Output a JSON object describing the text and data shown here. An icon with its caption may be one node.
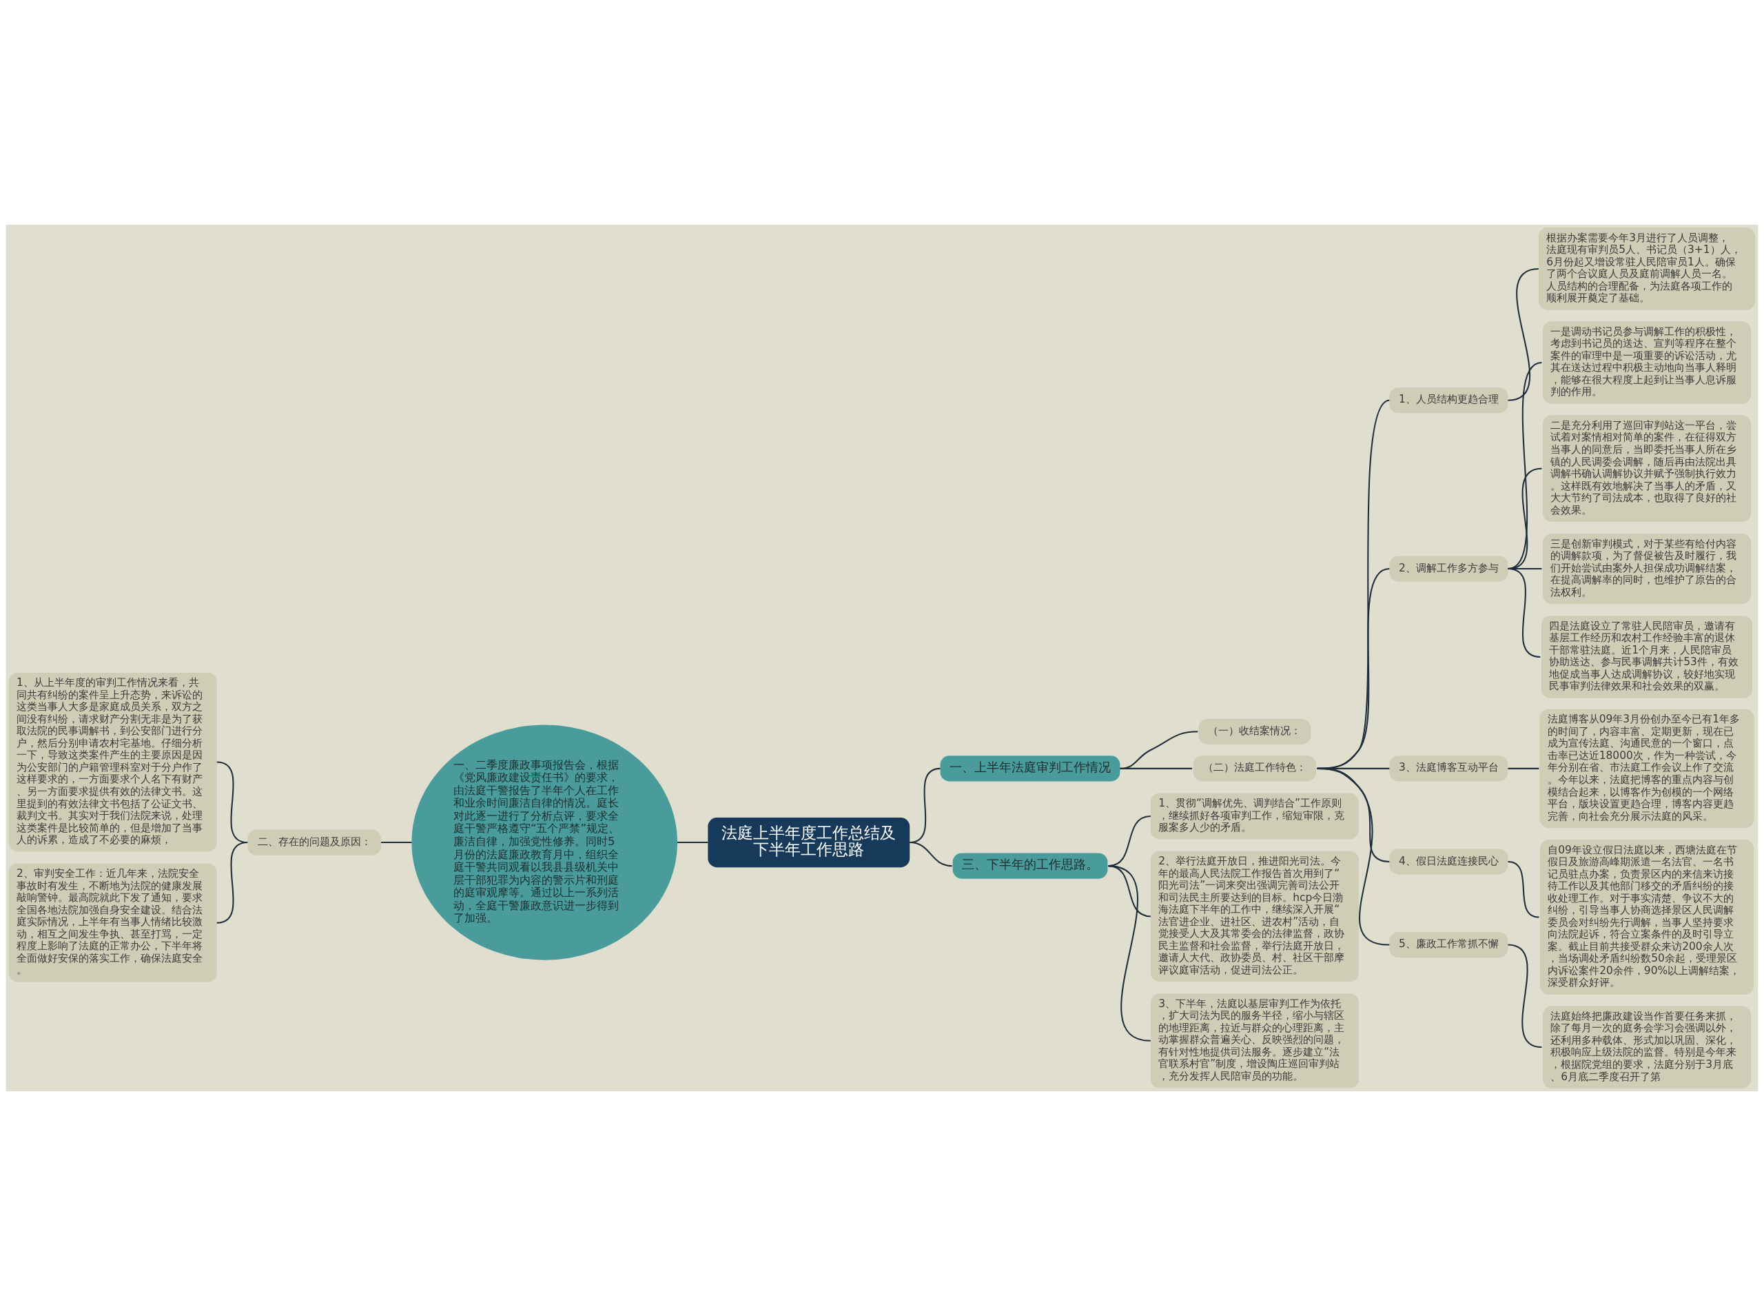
{
  "diagram": {
    "nodes": [
      {
        "text": [
          "法庭上半年度工作总结及下半年工作思路"
        ]
      },
      {
        "text": [
          "一、上半年法庭审判工作情况"
        ]
      },
      {
        "text": [
          "（一）收结案情况："
        ]
      },
      {
        "text": [
          "（二）法庭工作特色："
        ]
      },
      {
        "text": [
          "1、人员结构更趋合理"
        ]
      },
      {
        "text": [
          "根据办案需要今年3月进行了人员调整，法庭现有审判员5人、书记员（3+1）人，6月份起又增设常驻人民陪审员1人。确保了两个合议庭人员及庭前调解人员一名。人员结构的合理配备，为法庭各项工作的顺利展开奠定了基础。"
        ]
      },
      {
        "text": [
          "2、调解工作多方参与"
        ]
      },
      {
        "text": [
          "一是调动书记员参与调解工作的积极性，考虑到书记员的送达、宣判等程序在整个案件的审理中是一项重要的诉讼活动，尤其在送达过程中积极主动地向当事人释明，能够在很大程度上起到让当事人息诉服判的作用。"
        ]
      },
      {
        "text": [
          "二是充分利用了巡回审判站这一平台，尝试着对案情相对简单的案件，在征得双方当事人的同意后，当即委托当事人所在乡镇的人民调委会调解，随后再由法院出具调解书确认调解协议并赋予强制执行效力。这样既有效地解决了当事人的矛盾，又大大节约了司法成本，也取得了良好的社会效果。"
        ]
      },
      {
        "text": [
          "三是创新审判模式，对于某些有给付内容的调解款项，为了督促被告及时履行，我们开始尝试由案外人担保成功调解结案，在提高调解率的同时，也维护了原告的合法权利。"
        ]
      },
      {
        "text": [
          "四是法庭设立了常驻人民陪审员，邀请有基层工作经历和农村工作经验丰富的退休干部常驻法庭。近1个月来，人民陪审员协助送达、参与民事调解共计53件，有效地促成当事人达成调解协议，较好地实现民事审判法律效果和社会效果的双赢。"
        ]
      },
      {
        "text": [
          "3、法庭博客互动平台"
        ]
      },
      {
        "text": [
          "法庭博客从09年3月份创办至今已有1年多的时间了，内容丰富、定期更新，现在已成为宣传法庭、沟通民意的一个窗口，点击率已达近18000次，作为一种尝试，今年分别在省、市法庭工作会议上作了交流。今年以来，法庭把博客的重点内容与创模结合起来，以博客作为创模的一个网络平台，版块设置更趋合理，博客内容更趋完善，向社会充分展示法庭的风采。"
        ]
      },
      {
        "text": [
          "4、假日法庭连接民心"
        ]
      },
      {
        "text": [
          "自09年设立假日法庭以来，西塘法庭在节假日及旅游高峰期派遣一名法官、一名书记员驻点办案，负责景区内的来信来访接待工作以及其他部门移交的矛盾纠纷的接收处理工作。对于事实清楚、争议不大的纠纷，引导当事人协商选择景区人民调解委员会对纠纷先行调解，当事人坚持要求向法院起诉，符合立案条件的及时引导立案。截止目前共接受群众来访200余人次，当场调处矛盾纠纷数50余起，受理景区内诉讼案件20余件，90%以上调解结案，深受群众好评。"
        ]
      },
      {
        "text": [
          "5、廉政工作常抓不懈"
        ]
      },
      {
        "text": [
          "法庭始终把廉政建设当作首要任务来抓，除了每月一次的庭务会学习会强调以外，还利用多种载体、形式加以巩固、深化，积极响应上级法院的监督。特别是今年来，根据院党组的要求，法庭分别于3月底、6月底二季度召开了第"
        ]
      },
      {
        "text": [
          "三、下半年的工作思路。"
        ]
      },
      {
        "text": [
          "1、贯彻“调解优先、调判结合”工作原则，继续抓好各项审判工作，缩短审限，克服案多人少的矛盾。"
        ]
      },
      {
        "text": [
          "2、举行法庭开放日，推进阳光司法。今年的最高人民法院工作报告首次用到了“阳光司法”一词来突出强调完善司法公开和司法民主所要达到的目标。hcp今日渤海法庭下半年的工作中，继续深入开展“法官进企业、进社区、进农村”活动，自觉接受人大及其常委会的法律监督，政协民主监督和社会监督，举行法庭开放日，邀请人大代、政协委员、村、社区干部摩评议庭审活动，促进司法公正。"
        ]
      },
      {
        "text": [
          "3、下半年，法庭以基层审判工作为依托，扩大司法为民的服务半径，缩小与辖区的地理距离，拉近与群众的心理距离，主动掌握群众普遍关心、反映强烈的问题，有针对性地提供司法服务。逐步建立“法官联系村官”制度，增设陶庄巡回审判站，充分发挥人民陪审员的功能。"
        ]
      },
      {
        "text": [
          "一、二季度廉政事项报告会，根据《党风廉政建设责任书》的要求，由法庭干警报告了半年个人在工作和业余时间廉洁自律的情况。庭长对此逐一进行了分析点评，要求全庭干警严格遵守“五个严禁”规定、廉洁自律，加强党性修养。同时5月份的法庭廉政教育月中，组织全庭干警共同观看以我县县级机关中层干部犯罪为内容的警示片和刑庭的庭审观摩等。通过以上一系列活动，全庭干警廉政意识进一步得到了加强。"
        ]
      },
      {
        "text": [
          "二、存在的问题及原因："
        ]
      },
      {
        "text": [
          "1、从上半年度的审判工作情况来看，共同共有纠纷的案件呈上升态势，来诉讼的这类当事人大多是家庭成员关系，双方之间没有纠纷，请求财产分割无非是为了获取法院的民事调解书，到公安部门进行分户，然后分别申请农村宅基地。仔细分析一下，导致这类案件产生的主要原因是因为公安部门的户籍管理科室对于分户作了这样要求的，一方面要求个人名下有财产、另一方面要求提供有效的法律文书。这里提到的有效法律文书包括了公证文书、裁判文书。其实对于我们法院来说，处理这类案件是比较简单的，但是增加了当事人的诉累，造成了不必要的麻烦，"
        ]
      },
      {
        "text": [
          "2、审判安全工作：近几年来，法院安全事故时有发生，不断地为法院的健康发展敲响警钟。最高院就此下发了通知，要求全国各地法院加强自身安全建设。结合法庭实际情况，上半年有当事人情绪比较激动，相互之间发生争执、甚至打骂，一定程度上影响了法庭的正常办公，下半年将全面做好安保的落实工作，确保法庭安全。"
        ]
      }
    ],
    "edges": [
      {
        "from": 0,
        "to": 1,
        "arrow": "none"
      },
      {
        "from": 1,
        "to": 2,
        "arrow": "none"
      },
      {
        "from": 1,
        "to": 3,
        "arrow": "none"
      },
      {
        "from": 3,
        "to": 4,
        "arrow": "none"
      },
      {
        "from": 4,
        "to": 5,
        "arrow": "none"
      },
      {
        "from": 3,
        "to": 6,
        "arrow": "none"
      },
      {
        "from": 6,
        "to": 7,
        "arrow": "none"
      },
      {
        "from": 6,
        "to": 8,
        "arrow": "none"
      },
      {
        "from": 6,
        "to": 9,
        "arrow": "none"
      },
      {
        "from": 6,
        "to": 10,
        "arrow": "none"
      },
      {
        "from": 3,
        "to": 11,
        "arrow": "none"
      },
      {
        "from": 11,
        "to": 12,
        "arrow": "none"
      },
      {
        "from": 3,
        "to": 13,
        "arrow": "none"
      },
      {
        "from": 13,
        "to": 14,
        "arrow": "none"
      },
      {
        "from": 3,
        "to": 15,
        "arrow": "none"
      },
      {
        "from": 15,
        "to": 16,
        "arrow": "none"
      },
      {
        "from": 0,
        "to": 17,
        "arrow": "none"
      },
      {
        "from": 17,
        "to": 18,
        "arrow": "none"
      },
      {
        "from": 17,
        "to": 19,
        "arrow": "none"
      },
      {
        "from": 17,
        "to": 20,
        "arrow": "none"
      },
      {
        "from": 21,
        "to": 0,
        "arrow": "none"
      },
      {
        "from": 22,
        "to": 21,
        "arrow": "none"
      },
      {
        "from": 23,
        "to": 22,
        "arrow": "none"
      },
      {
        "from": 24,
        "to": 22,
        "arrow": "none"
      }
    ]
  }
}
